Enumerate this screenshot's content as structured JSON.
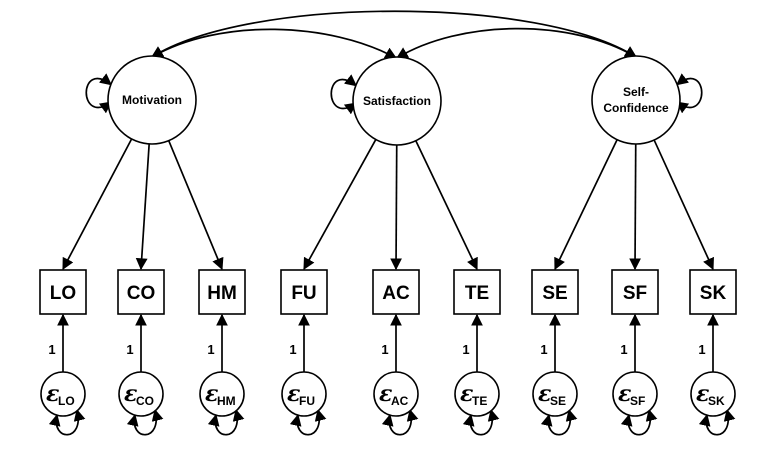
{
  "latents": [
    {
      "id": "motivation",
      "label_lines": [
        "Motivation"
      ]
    },
    {
      "id": "satisfaction",
      "label_lines": [
        "Satisfaction"
      ]
    },
    {
      "id": "self-confidence",
      "label_lines": [
        "Self-",
        "Confidence"
      ]
    }
  ],
  "indicators": [
    {
      "id": "LO",
      "label": "LO",
      "latent": "motivation",
      "error_label": "ε",
      "error_sub": "LO",
      "loading": "1"
    },
    {
      "id": "CO",
      "label": "CO",
      "latent": "motivation",
      "error_label": "ε",
      "error_sub": "CO",
      "loading": "1"
    },
    {
      "id": "HM",
      "label": "HM",
      "latent": "motivation",
      "error_label": "ε",
      "error_sub": "HM",
      "loading": "1"
    },
    {
      "id": "FU",
      "label": "FU",
      "latent": "satisfaction",
      "error_label": "ε",
      "error_sub": "FU",
      "loading": "1"
    },
    {
      "id": "AC",
      "label": "AC",
      "latent": "satisfaction",
      "error_label": "ε",
      "error_sub": "AC",
      "loading": "1"
    },
    {
      "id": "TE",
      "label": "TE",
      "latent": "satisfaction",
      "error_label": "ε",
      "error_sub": "TE",
      "loading": "1"
    },
    {
      "id": "SE",
      "label": "SE",
      "latent": "self-confidence",
      "error_label": "ε",
      "error_sub": "SE",
      "loading": "1"
    },
    {
      "id": "SF",
      "label": "SF",
      "latent": "self-confidence",
      "error_label": "ε",
      "error_sub": "SF",
      "loading": "1"
    },
    {
      "id": "SK",
      "label": "SK",
      "latent": "self-confidence",
      "error_label": "ε",
      "error_sub": "SK",
      "loading": "1"
    }
  ],
  "covariances": [
    [
      "motivation",
      "satisfaction"
    ],
    [
      "satisfaction",
      "self-confidence"
    ],
    [
      "motivation",
      "self-confidence"
    ]
  ]
}
